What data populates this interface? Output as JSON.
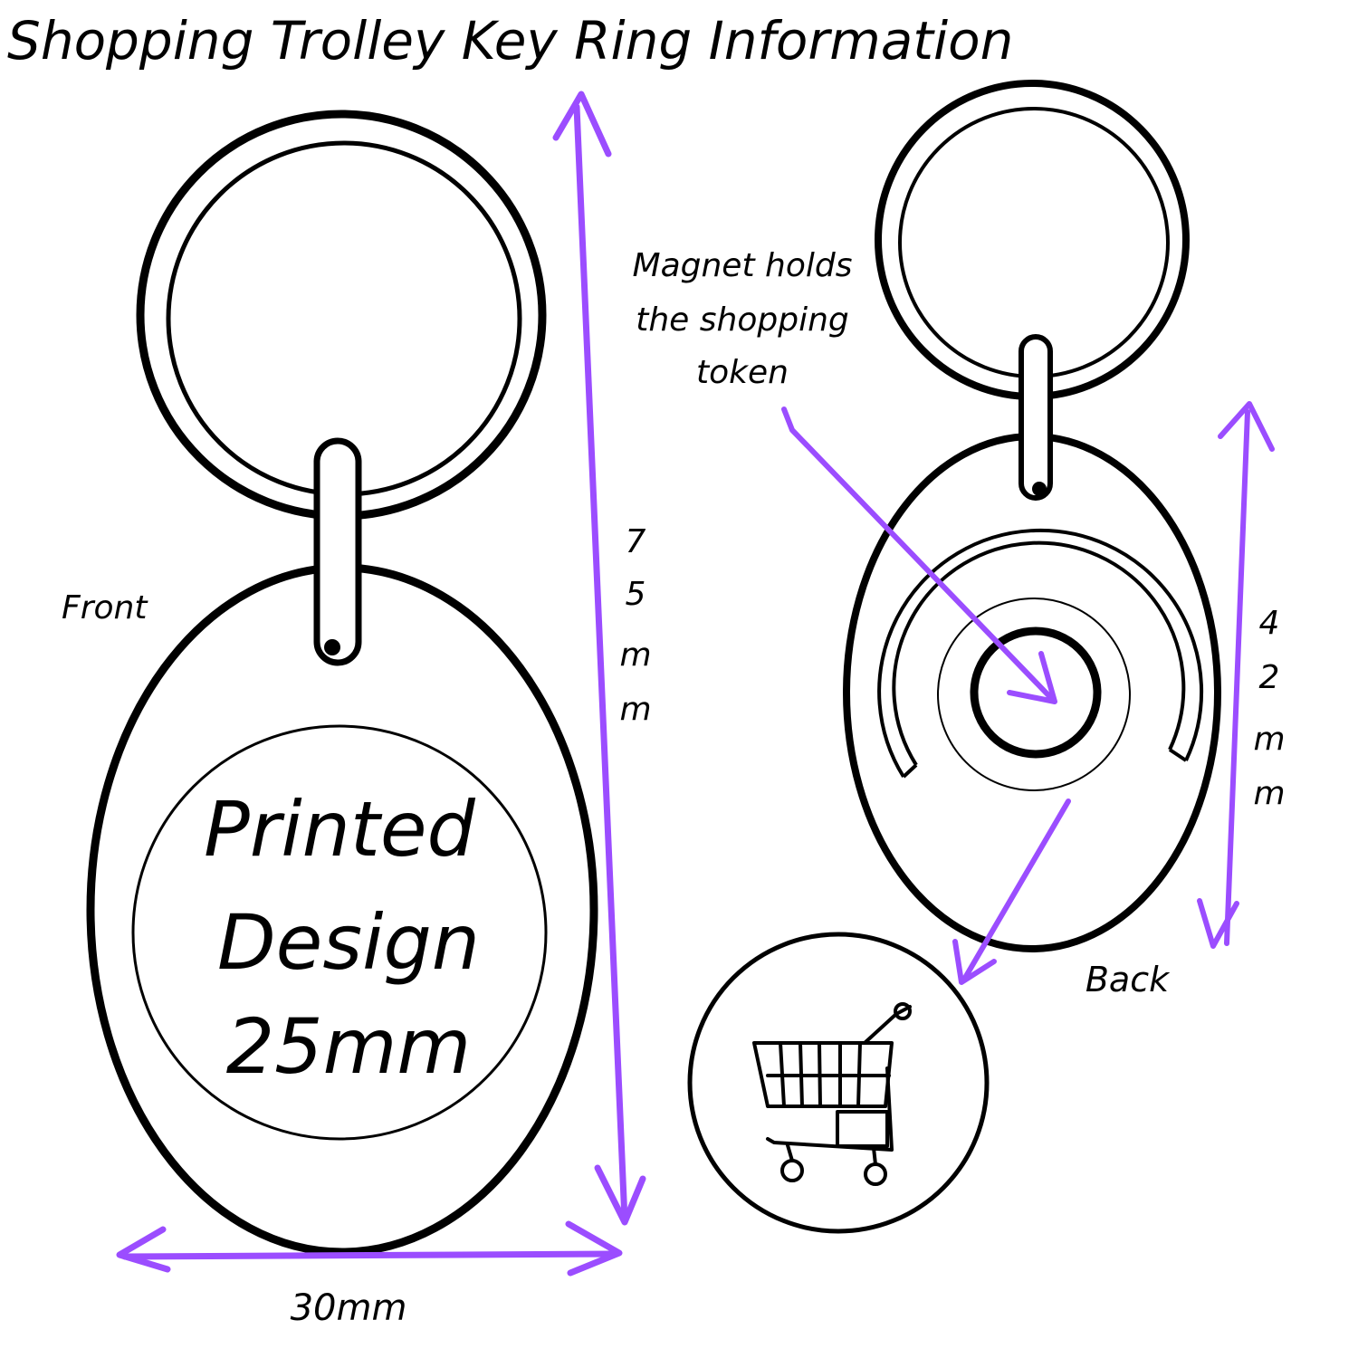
{
  "title": "Shopping Trolley Key Ring Information",
  "front": {
    "label": "Front",
    "design_lines": [
      "Printed",
      "Design",
      "25mm"
    ],
    "height_label_chars": [
      "7",
      "5",
      "m",
      "m"
    ],
    "width_label": "30mm"
  },
  "back": {
    "label": "Back",
    "magnet_note_lines": [
      "Magnet holds",
      "the shopping",
      "token"
    ],
    "height_label_chars": [
      "4",
      "2",
      "m",
      "m"
    ]
  },
  "colors": {
    "accent": "#9b4dff",
    "ink": "#000000"
  },
  "icons": [
    "shopping-cart-icon"
  ]
}
